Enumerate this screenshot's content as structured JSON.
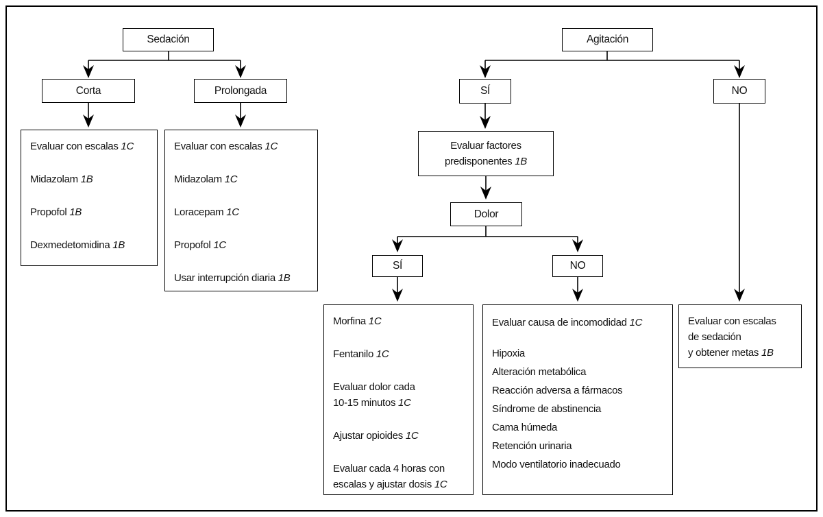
{
  "flowchart": {
    "nodes": {
      "sedacion": {
        "label": "Sedación"
      },
      "corta": {
        "label": "Corta"
      },
      "prolongada": {
        "label": "Prolongada"
      },
      "agitacion": {
        "label": "Agitación"
      },
      "agitacion_si": {
        "label": "SÍ"
      },
      "agitacion_no": {
        "label": "NO"
      },
      "dolor": {
        "label": "Dolor"
      },
      "dolor_si": {
        "label": "SÍ"
      },
      "dolor_no": {
        "label": "NO"
      }
    },
    "panels": {
      "corta_tratamiento": {
        "lines": [
          {
            "text": "Evaluar con escalas",
            "grade": "1C"
          },
          {
            "text": "Midazolam",
            "grade": "1B",
            "gap": true
          },
          {
            "text": "Propofol",
            "grade": "1B",
            "gap": true
          },
          {
            "text": "Dexmedetomidina",
            "grade": "1B",
            "gap": true
          }
        ]
      },
      "prolongada_tratamiento": {
        "lines": [
          {
            "text": "Evaluar con escalas",
            "grade": "1C"
          },
          {
            "text": "Midazolam",
            "grade": "1C",
            "gap": true
          },
          {
            "text": "Loracepam",
            "grade": "1C",
            "gap": true
          },
          {
            "text": "Propofol",
            "grade": "1C",
            "gap": true
          },
          {
            "text": "Usar interrupción diaria",
            "grade": "1B",
            "gap": true
          }
        ]
      },
      "factores_predisponentes": {
        "lines": [
          {
            "text": "Evaluar factores"
          },
          {
            "text": "predisponentes",
            "grade": "1B"
          }
        ]
      },
      "dolor_si_tratamiento": {
        "lines": [
          {
            "text": "Morfina",
            "grade": "1C"
          },
          {
            "text": "Fentanilo",
            "grade": "1C",
            "gap": true
          },
          {
            "text": "Evaluar dolor cada",
            "gap": true
          },
          {
            "text": "10-15 minutos",
            "grade": "1C"
          },
          {
            "text": "Ajustar opioides",
            "grade": "1C",
            "gap": true
          },
          {
            "text": "Evaluar cada 4 horas con",
            "gap": true
          },
          {
            "text": "escalas y ajustar dosis",
            "grade": "1C"
          }
        ]
      },
      "dolor_no_causas": {
        "lines": [
          {
            "text": "Evaluar causa de incomodidad",
            "grade": "1C"
          },
          {
            "text": "Hipoxia",
            "gap": true
          },
          {
            "text": "Alteración metabólica"
          },
          {
            "text": "Reacción adversa a fármacos"
          },
          {
            "text": "Síndrome de abstinencia"
          },
          {
            "text": "Cama húmeda"
          },
          {
            "text": "Retención urinaria"
          },
          {
            "text": "Modo ventilatorio inadecuado"
          }
        ]
      },
      "agitacion_no_accion": {
        "lines": [
          {
            "text": "Evaluar con escalas"
          },
          {
            "text": "de sedación"
          },
          {
            "text": "y obtener metas",
            "grade": "1B"
          }
        ]
      }
    },
    "colors": {
      "ink": "#000000",
      "background": "#ffffff"
    }
  }
}
